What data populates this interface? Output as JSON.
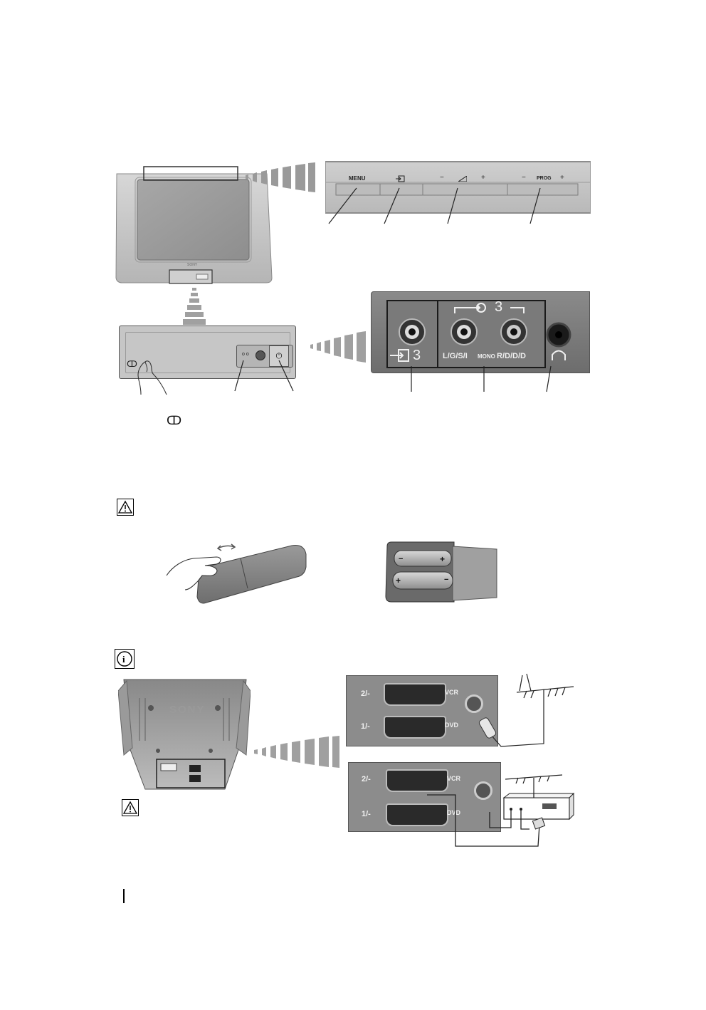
{
  "front_buttons": {
    "menu": "MENU",
    "vol_minus": "−",
    "vol_plus": "+",
    "prog_minus": "−",
    "prog": "PROG",
    "prog_plus": "+"
  },
  "front_panel": {
    "door_symbol": "ↀ"
  },
  "front_jacks": {
    "video_in_number": "3",
    "audio_group_number": "3",
    "left_label": "L/G/S/I",
    "mono_label": "MONO",
    "right_label": "R/D/D/D"
  },
  "rear": {
    "brand_logo": "SONY",
    "scart2_label": "2/-",
    "scart1_label": "1/-",
    "vcr_label": "VCR",
    "dvd_label": "DVD"
  },
  "batteries": {
    "plus": "+",
    "minus": "−"
  },
  "icons": [
    "caution-icon",
    "info-icon",
    "headphones-icon",
    "open-door-icon",
    "input-icon",
    "volume-icon",
    "antenna-icon"
  ]
}
